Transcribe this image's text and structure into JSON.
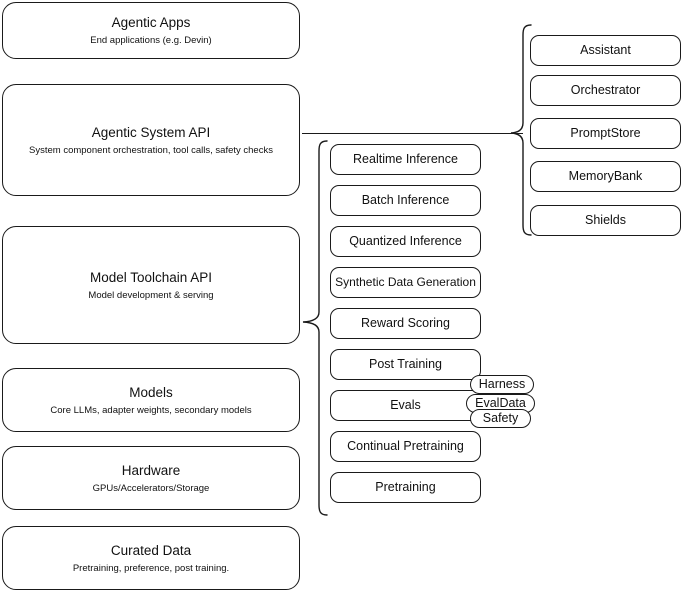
{
  "diagram": {
    "title": "Agentic stack layers",
    "stroke_color": "#1a1a1a",
    "background_color": "#ffffff"
  },
  "layers": [
    {
      "title": "Agentic Apps",
      "subtitle": "End applications (e.g. Devin)"
    },
    {
      "title": "Agentic System API",
      "subtitle": "System component orchestration, tool calls, safety checks"
    },
    {
      "title": "Model Toolchain API",
      "subtitle": "Model development & serving"
    },
    {
      "title": "Models",
      "subtitle": "Core LLMs, adapter weights, secondary models"
    },
    {
      "title": "Hardware",
      "subtitle": "GPUs/Accelerators/Storage"
    },
    {
      "title": "Curated Data",
      "subtitle": "Pretraining, preference, post training."
    }
  ],
  "toolchain_components": [
    {
      "label": "Realtime Inference"
    },
    {
      "label": "Batch Inference"
    },
    {
      "label": "Quantized Inference"
    },
    {
      "label": "Synthetic Data Generation"
    },
    {
      "label": "Reward Scoring"
    },
    {
      "label": "Post Training"
    },
    {
      "label": "Evals"
    },
    {
      "label": "Continual Pretraining"
    },
    {
      "label": "Pretraining"
    }
  ],
  "system_components": [
    {
      "label": "Assistant"
    },
    {
      "label": "Orchestrator"
    },
    {
      "label": "PromptStore"
    },
    {
      "label": "MemoryBank"
    },
    {
      "label": "Shields"
    }
  ],
  "eval_tags": [
    {
      "label": "Harness"
    },
    {
      "label": "EvalData"
    },
    {
      "label": "Safety"
    }
  ]
}
